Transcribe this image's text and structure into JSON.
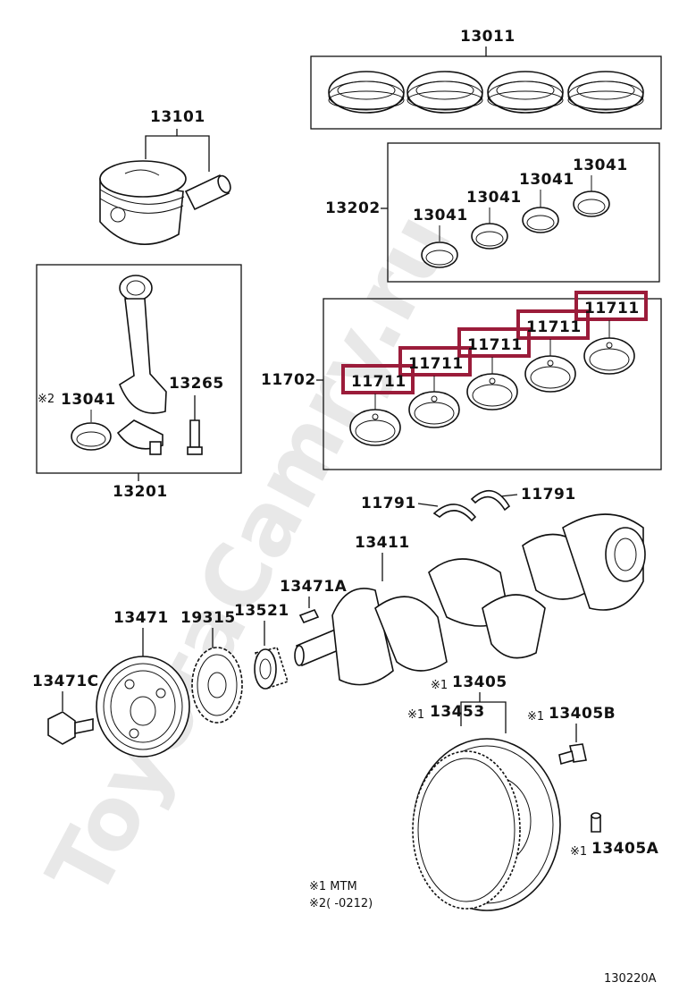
{
  "labels": {
    "piston_rings": "13011",
    "piston": "13101",
    "bearing_set_upper": "13202",
    "bearing_upper_a": "13041",
    "bearing_upper_b": "13041",
    "bearing_upper_c": "13041",
    "bearing_upper_d": "13041",
    "conrod_bearing": "13041",
    "conrod_bolt": "13265",
    "conrod_assy": "13201",
    "main_bearing_set": "11702",
    "main_bearing_1": "11711",
    "main_bearing_2": "11711",
    "main_bearing_3": "11711",
    "main_bearing_4": "11711",
    "main_bearing_5": "11711",
    "thrust_washer_left": "11791",
    "thrust_washer_right": "11791",
    "crankshaft": "13411",
    "key": "13471A",
    "pulley": "13471",
    "timing_sprocket": "19315",
    "crank_gear": "13521",
    "pulley_bolt": "13471C",
    "flywheel": "13405",
    "ring_gear": "13453",
    "flywheel_bolt": "13405B",
    "flywheel_pin": "13405A",
    "diagram_code": "130220A"
  },
  "marks": {
    "mark1": "※1",
    "mark2": "※2"
  },
  "notes": {
    "note1": "※1 MTM",
    "note2": "※2(    -0212)"
  },
  "watermark": "ToyotaCamry.ru",
  "highlight_color": "#9b1c3a"
}
